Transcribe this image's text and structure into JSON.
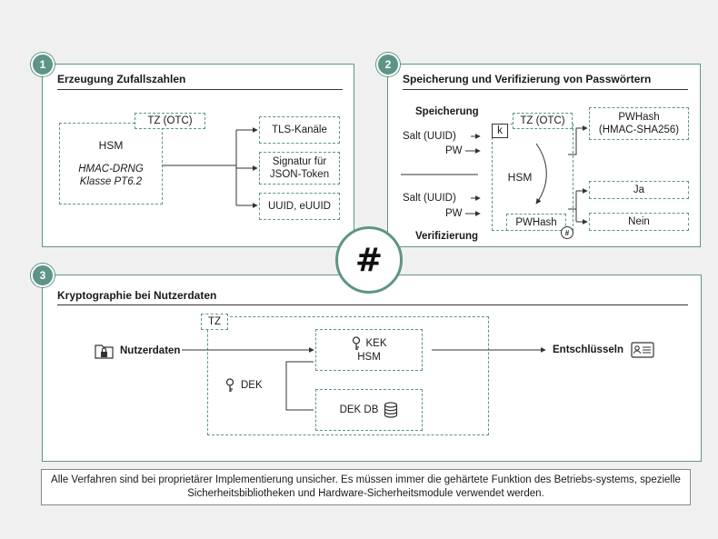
{
  "panel1": {
    "badge": "1",
    "title": "Erzeugung Zufallszahlen",
    "tz_label": "TZ (OTC)",
    "hsm": "HSM",
    "drng_line1": "HMAC-DRNG",
    "drng_line2": "Klasse PT6.2",
    "out1": "TLS-Kanäle",
    "out2_line1": "Signatur für",
    "out2_line2": "JSON-Token",
    "out3": "UUID, eUUID"
  },
  "panel2": {
    "badge": "2",
    "title": "Speicherung und Verifizierung von Passwörtern",
    "speicherung": "Speicherung",
    "salt1": "Salt (UUID)",
    "pw1": "PW",
    "salt2": "Salt (UUID)",
    "pw2": "PW",
    "verifizierung": "Verifizierung",
    "k": "k",
    "tz_label": "TZ (OTC)",
    "hsm": "HSM",
    "pwhash": "PWHash",
    "out1_line1": "PWHash",
    "out1_line2": "(HMAC-SHA256)",
    "ja": "Ja",
    "nein": "Nein",
    "hash_symbol": "#"
  },
  "center_hash": "#",
  "panel3": {
    "badge": "3",
    "title": "Kryptographie bei Nutzerdaten",
    "tz": "TZ",
    "nutzerdaten": "Nutzerdaten",
    "kek": "KEK",
    "hsm": "HSM",
    "dek": "DEK",
    "dekdb": "DEK DB",
    "entschluesseln": "Entschlüsseln"
  },
  "footer": {
    "text": "Alle Verfahren sind bei proprietärer Implementierung unsicher. Es müssen immer die gehärtete Funktion des Betriebs-systems, spezielle Sicherheitsbibliotheken und Hardware-Sicherheitsmodule verwendet werden."
  },
  "colors": {
    "accent": "#5e9488",
    "background": "#f0f0f0"
  },
  "icons": [
    "folder-lock-icon",
    "key-icon",
    "database-icon",
    "id-card-icon"
  ]
}
